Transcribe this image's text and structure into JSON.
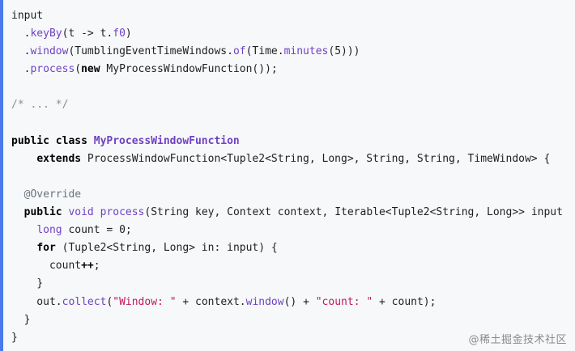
{
  "code": {
    "lines": [
      [
        {
          "t": "plain",
          "v": "input"
        }
      ],
      [
        {
          "t": "plain",
          "v": "  ."
        },
        {
          "t": "fn",
          "v": "keyBy"
        },
        {
          "t": "plain",
          "v": "(t -> t."
        },
        {
          "t": "fn",
          "v": "f0"
        },
        {
          "t": "plain",
          "v": ")"
        }
      ],
      [
        {
          "t": "plain",
          "v": "  ."
        },
        {
          "t": "fn",
          "v": "window"
        },
        {
          "t": "plain",
          "v": "(TumblingEventTimeWindows."
        },
        {
          "t": "fn",
          "v": "of"
        },
        {
          "t": "plain",
          "v": "(Time."
        },
        {
          "t": "fn",
          "v": "minutes"
        },
        {
          "t": "plain",
          "v": "(5)))"
        }
      ],
      [
        {
          "t": "plain",
          "v": "  ."
        },
        {
          "t": "fn",
          "v": "process"
        },
        {
          "t": "plain",
          "v": "("
        },
        {
          "t": "kw",
          "v": "new"
        },
        {
          "t": "plain",
          "v": " MyProcessWindowFunction());"
        }
      ],
      [
        {
          "t": "plain",
          "v": ""
        }
      ],
      [
        {
          "t": "cmt",
          "v": "/* ... */"
        }
      ],
      [
        {
          "t": "plain",
          "v": ""
        }
      ],
      [
        {
          "t": "kw",
          "v": "public class"
        },
        {
          "t": "plain",
          "v": " "
        },
        {
          "t": "cls",
          "v": "MyProcessWindowFunction"
        }
      ],
      [
        {
          "t": "plain",
          "v": "    "
        },
        {
          "t": "kw",
          "v": "extends"
        },
        {
          "t": "plain",
          "v": " ProcessWindowFunction<Tuple2<String, Long>, String, String, TimeWindow> {"
        }
      ],
      [
        {
          "t": "plain",
          "v": ""
        }
      ],
      [
        {
          "t": "plain",
          "v": "  "
        },
        {
          "t": "anno",
          "v": "@Override"
        }
      ],
      [
        {
          "t": "plain",
          "v": "  "
        },
        {
          "t": "kw",
          "v": "public"
        },
        {
          "t": "plain",
          "v": " "
        },
        {
          "t": "fn",
          "v": "void"
        },
        {
          "t": "plain",
          "v": " "
        },
        {
          "t": "fn",
          "v": "process"
        },
        {
          "t": "plain",
          "v": "(String key, Context context, Iterable<Tuple2<String, Long>> input"
        }
      ],
      [
        {
          "t": "plain",
          "v": "    "
        },
        {
          "t": "fn",
          "v": "long"
        },
        {
          "t": "plain",
          "v": " count = 0;"
        }
      ],
      [
        {
          "t": "plain",
          "v": "    "
        },
        {
          "t": "kw",
          "v": "for"
        },
        {
          "t": "plain",
          "v": " (Tuple2<String, Long> in: input) {"
        }
      ],
      [
        {
          "t": "plain",
          "v": "      count"
        },
        {
          "t": "kw",
          "v": "++"
        },
        {
          "t": "plain",
          "v": ";"
        }
      ],
      [
        {
          "t": "plain",
          "v": "    }"
        }
      ],
      [
        {
          "t": "plain",
          "v": "    out."
        },
        {
          "t": "fn",
          "v": "collect"
        },
        {
          "t": "plain",
          "v": "("
        },
        {
          "t": "str",
          "v": "\"Window: \""
        },
        {
          "t": "plain",
          "v": " + context."
        },
        {
          "t": "fn",
          "v": "window"
        },
        {
          "t": "plain",
          "v": "() + "
        },
        {
          "t": "str",
          "v": "\"count: \""
        },
        {
          "t": "plain",
          "v": " + count);"
        }
      ],
      [
        {
          "t": "plain",
          "v": "  }"
        }
      ],
      [
        {
          "t": "plain",
          "v": "}"
        }
      ]
    ]
  },
  "watermark": "@稀土掘金技术社区"
}
